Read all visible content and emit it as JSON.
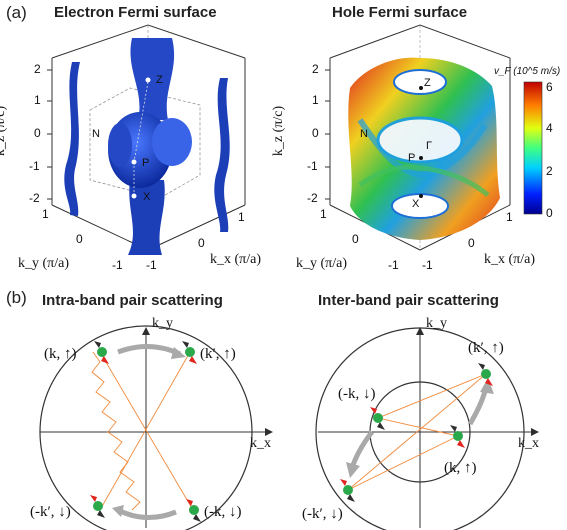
{
  "panel_a": {
    "label": "(a)",
    "electron": {
      "title": "Electron Fermi surface",
      "kz_label": "k_z (π/c)",
      "ky_label": "k_y (π/a)",
      "kx_label": "k_x (π/a)",
      "kz_ticks": [
        "2",
        "1",
        "0",
        "-1",
        "-2"
      ],
      "ky_ticks": [
        "1",
        "0",
        "-1"
      ],
      "kx_ticks": [
        "-1",
        "0",
        "1"
      ],
      "points": [
        "Z",
        "N",
        "P",
        "X"
      ],
      "surface_color": "#1c3fb8"
    },
    "hole": {
      "title": "Hole Fermi surface",
      "kz_label": "k_z (π/c)",
      "ky_label": "k_y (π/a)",
      "kx_label": "k_x (π/a)",
      "kz_ticks": [
        "2",
        "1",
        "0",
        "-1",
        "-2"
      ],
      "ky_ticks": [
        "1",
        "0",
        "-1"
      ],
      "kx_ticks": [
        "-1",
        "0",
        "1"
      ],
      "points": [
        "Z",
        "N",
        "P",
        "Γ",
        "X"
      ],
      "colorbar": {
        "title": "v_F (10^5 m/s)",
        "ticks": [
          "6",
          "4",
          "2",
          "0"
        ]
      }
    }
  },
  "panel_b": {
    "label": "(b)",
    "intra": {
      "title": "Intra-band pair scattering",
      "ky": "k_y",
      "kx": "k_x",
      "states": [
        "(k, ↑)",
        "(k′, ↑)",
        "(-k′, ↓)",
        "(-k, ↓)"
      ]
    },
    "inter": {
      "title": "Inter-band pair scattering",
      "ky": "k_y",
      "kx": "k_x",
      "states": [
        "(k′, ↑)",
        "(-k, ↓)",
        "(k, ↑)",
        "(-k′, ↓)"
      ]
    }
  },
  "colors": {
    "spin_up": "#e0261f",
    "spin_down": "#2e2e2e",
    "electron": "#2aa84a",
    "wavy": "#f08a3c",
    "arrow": "#a9a9a9"
  }
}
